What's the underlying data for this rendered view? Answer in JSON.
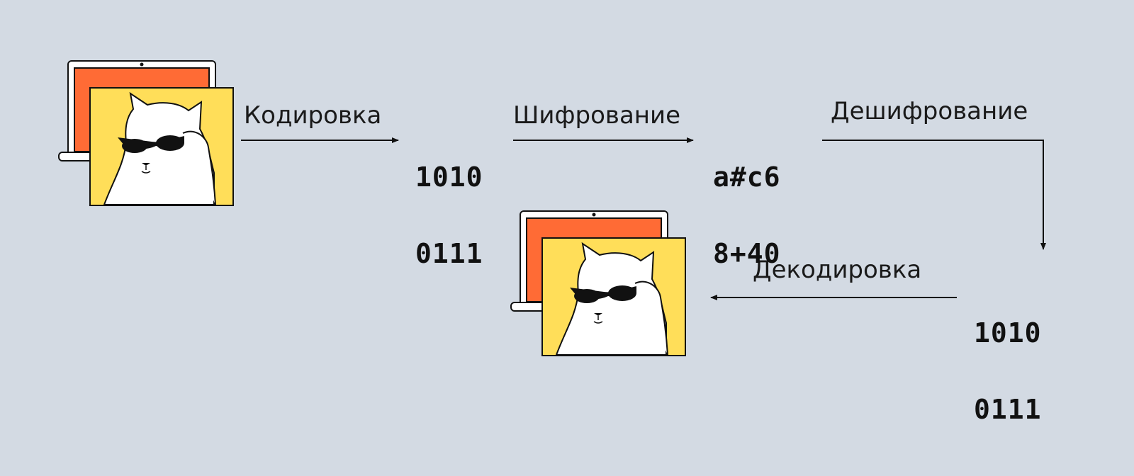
{
  "steps": {
    "encoding_label": "Кодировка",
    "encryption_label": "Шифрование",
    "decryption_label": "Дешифрование",
    "decoding_label": "Декодировка"
  },
  "codes": {
    "binary_top_line1": "1010",
    "binary_top_line2": "0111",
    "cipher_line1": "a#c6",
    "cipher_line2": "8+40",
    "binary_bottom_line1": "1010",
    "binary_bottom_line2": "0111"
  },
  "colors": {
    "background": "#d3dae3",
    "laptop_screen": "#ff6b35",
    "card": "#ffde59",
    "outline": "#111111"
  },
  "illustrations": [
    "laptop-icon",
    "cat-in-sunglasses-card"
  ]
}
